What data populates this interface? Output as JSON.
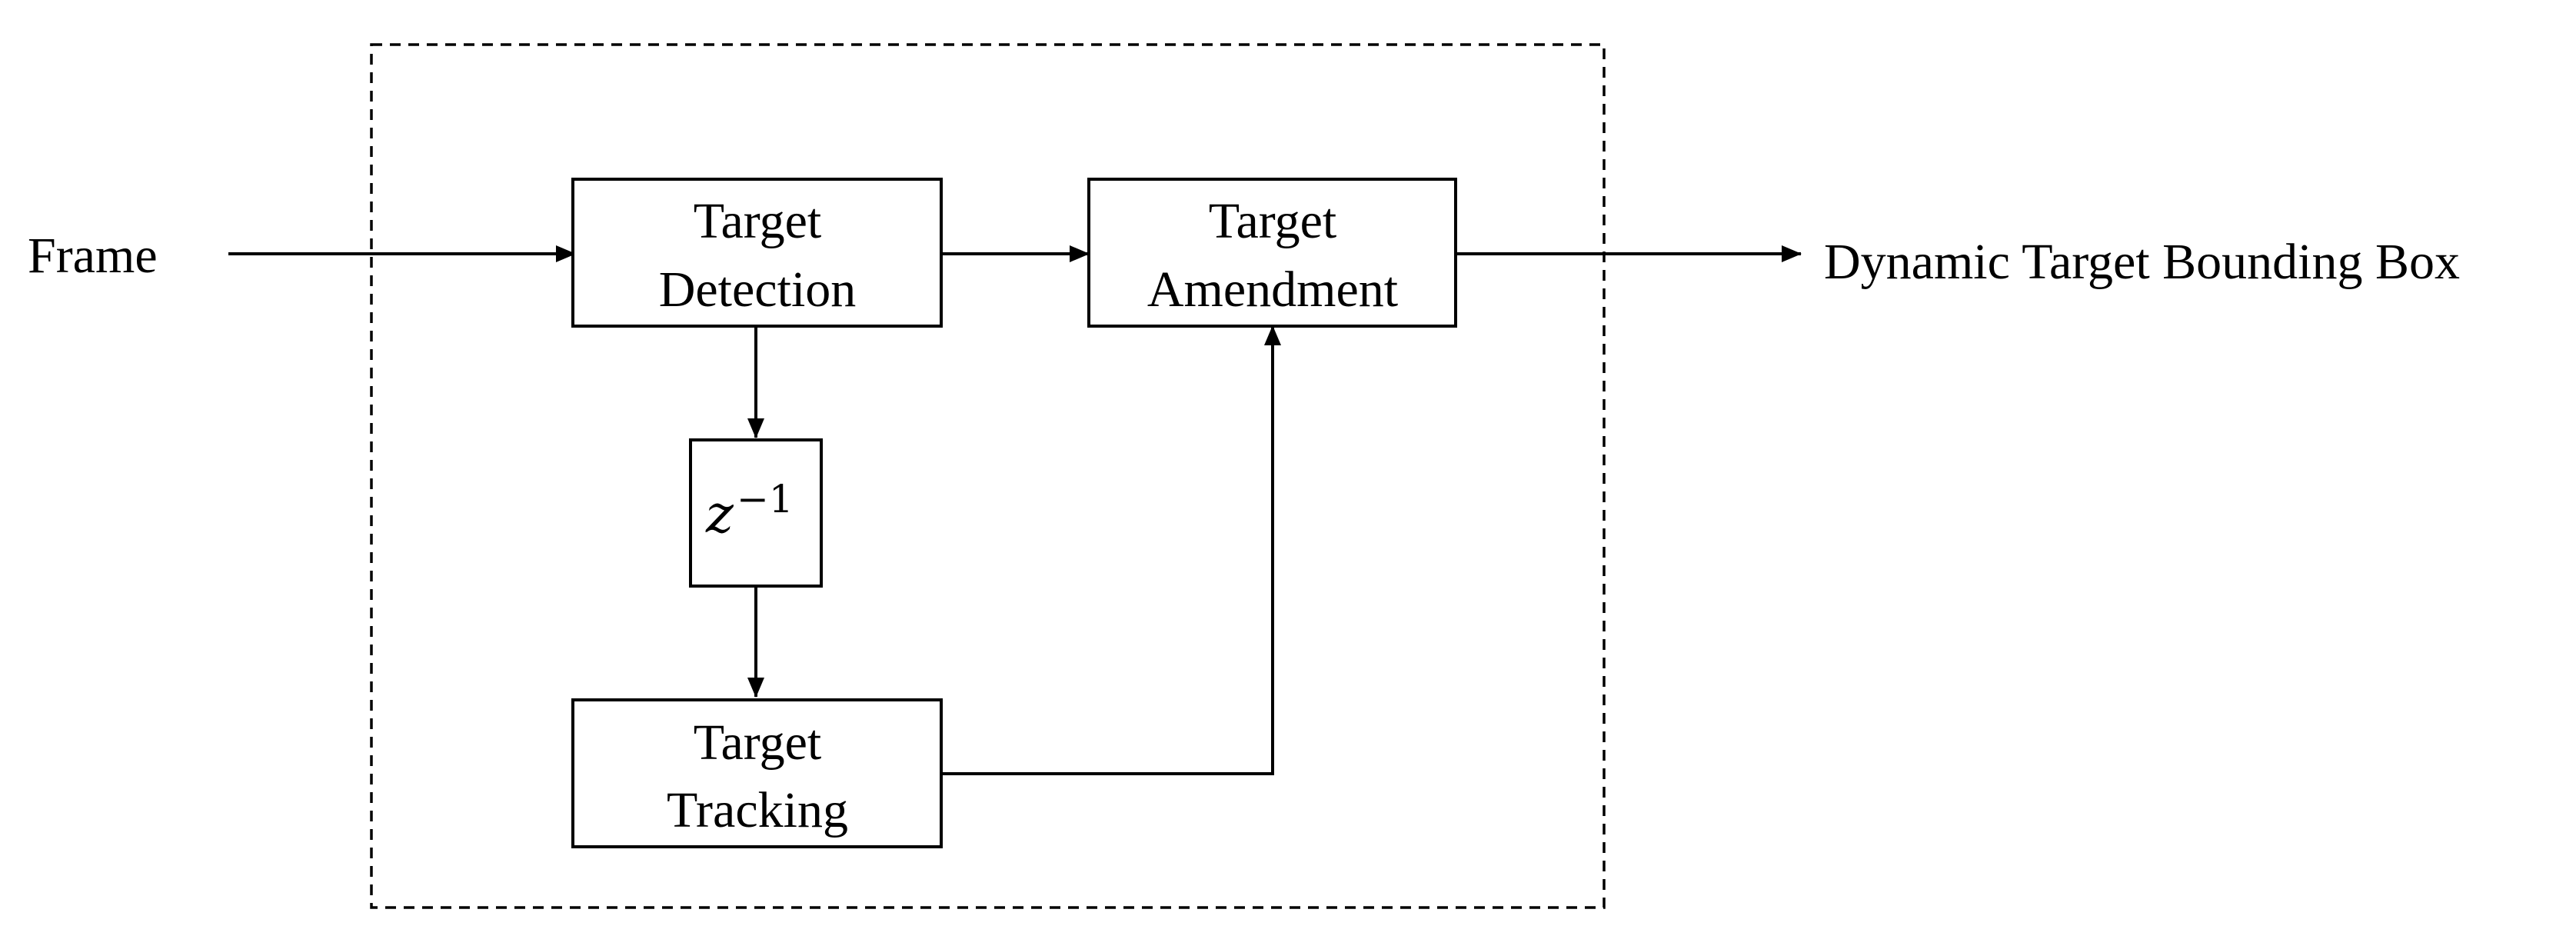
{
  "diagram": {
    "input_label": "Frame",
    "output_label": "Dynamic Target Bounding Box",
    "nodes": {
      "detection": {
        "line1": "Target",
        "line2": "Detection"
      },
      "amendment": {
        "line1": "Target",
        "line2": "Amendment"
      },
      "delay": {
        "base": "z",
        "exponent": "−1"
      },
      "tracking": {
        "line1": "Target",
        "line2": "Tracking"
      }
    }
  }
}
